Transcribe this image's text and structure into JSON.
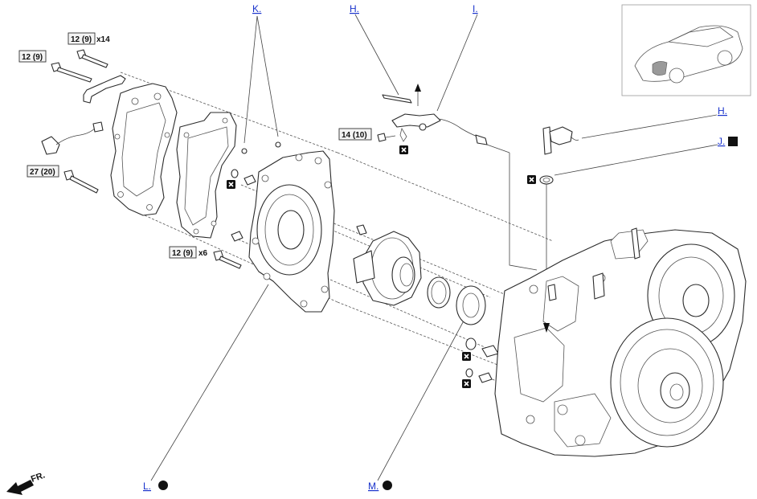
{
  "torque_labels": {
    "t1": {
      "value": "12 (9)",
      "mult": "x14"
    },
    "t2": {
      "value": "12 (9)",
      "mult": ""
    },
    "t3": {
      "value": "27 (20)",
      "mult": ""
    },
    "t4": {
      "value": "12 (9)",
      "mult": "x6"
    },
    "t5": {
      "value": "14 (10)",
      "mult": ""
    }
  },
  "refs": {
    "k_top": "K.",
    "h_top": "H.",
    "i_top": "I.",
    "h_right": "H.",
    "j_right": "J.",
    "l_bottom": "L.",
    "m_bottom": "M."
  },
  "direction": "FR.",
  "icons": {
    "replace": "replace-part-icon",
    "solid_dot": "solid-dot-icon",
    "solid_square": "solid-square-icon",
    "front_arrow": "front-arrow-icon"
  }
}
